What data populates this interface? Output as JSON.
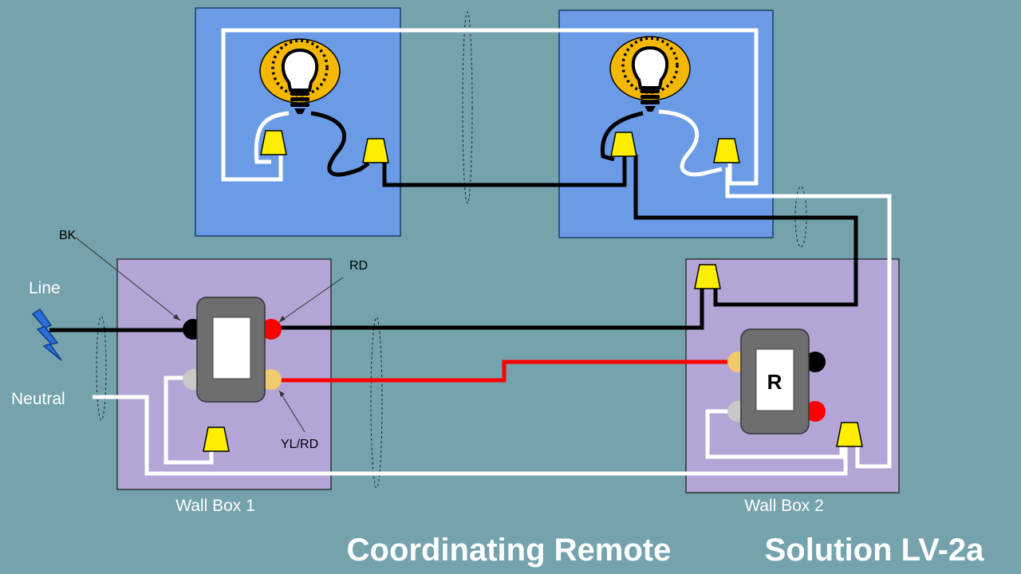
{
  "labels": {
    "bk": "BK",
    "rd": "RD",
    "yl_rd": "YL/RD",
    "line": "Line",
    "neutral": "Neutral",
    "wall_box_1": "Wall Box 1",
    "wall_box_2": "Wall Box 2",
    "remote_letter": "R"
  },
  "footer": {
    "title": "Coordinating Remote",
    "solution": "Solution LV-2a"
  },
  "colors": {
    "background": "#74a2ad",
    "light_box": "#6b9be6",
    "wall_box": "#b3a6d6",
    "wire_hot": "#000000",
    "wire_neutral": "#ffffff",
    "wire_traveler": "#ff0000",
    "wire_nut": "#ffee00",
    "bulb_halo": "#f5b800",
    "switch_body": "#6e6e6e"
  },
  "icons": {
    "line_source": "lightning-bolt-icon",
    "fixtures": "light-bulb-icon"
  }
}
